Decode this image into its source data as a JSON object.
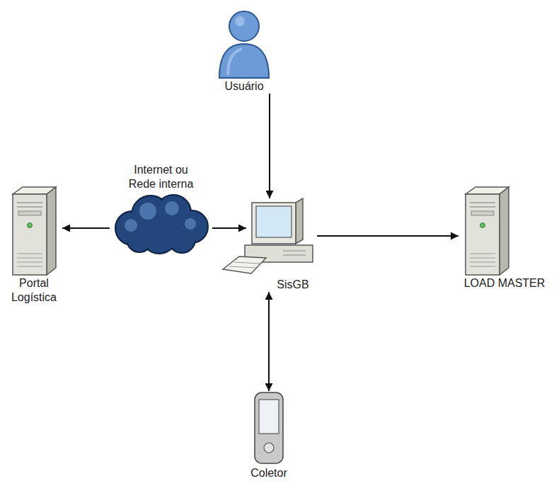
{
  "diagram": {
    "nodes": [
      {
        "text": [
          "Usuário"
        ]
      },
      {
        "text": [
          "Internet ou Rede interna"
        ]
      },
      {
        "text": [
          "Portal Logística"
        ]
      },
      {
        "text": [
          "SisGB"
        ]
      },
      {
        "text": [
          "LOAD MASTER"
        ]
      },
      {
        "text": [
          "Coletor"
        ]
      }
    ],
    "edges": [
      {
        "from": 0,
        "to": 3,
        "arrow": "to"
      },
      {
        "from": 1,
        "to": 2,
        "arrow": "to"
      },
      {
        "from": 1,
        "to": 3,
        "arrow": "to"
      },
      {
        "from": 3,
        "to": 4,
        "arrow": "to"
      },
      {
        "from": 3,
        "to": 5,
        "arrow": "both"
      }
    ]
  }
}
